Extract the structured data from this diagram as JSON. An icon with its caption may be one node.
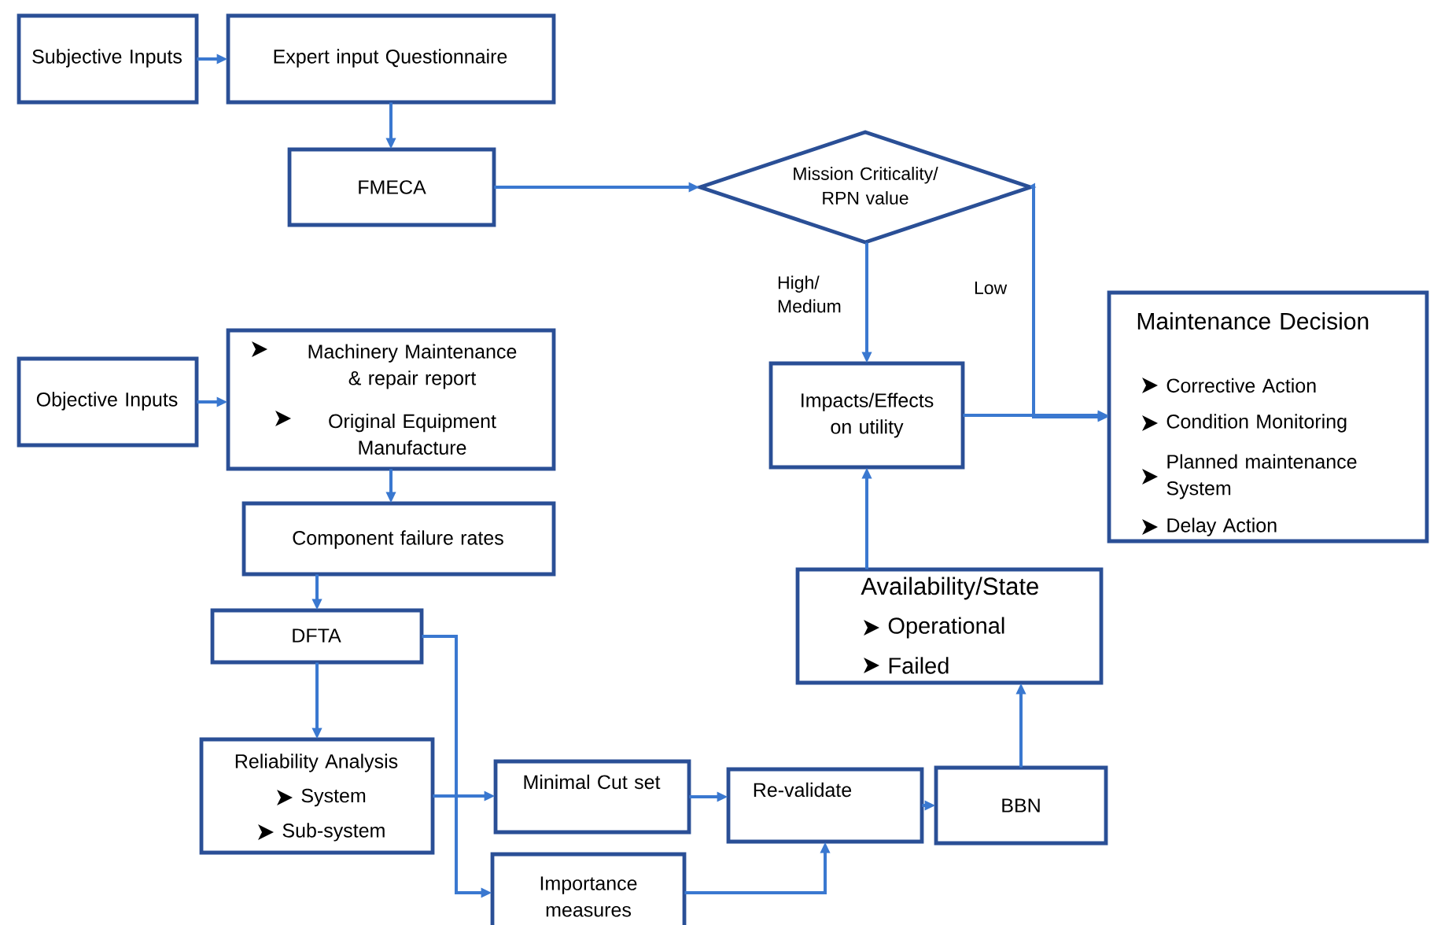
{
  "diagram": {
    "nodes": [
      {
        "text": [
          "Subjective Inputs"
        ]
      },
      {
        "text": [
          "Expert input Questionnaire"
        ]
      },
      {
        "text": [
          "FMECA"
        ]
      },
      {
        "text": [
          "Mission Criticality/ RPN value"
        ]
      },
      {
        "text": [
          "Maintenance Decision",
          "Corrective Action",
          "Condition Monitoring",
          "Planned maintenance System",
          "Delay Action"
        ]
      },
      {
        "text": [
          "Objective Inputs"
        ]
      },
      {
        "text": [
          "Machinery Maintenance & repair report",
          "Original Equipment Manufacture"
        ]
      },
      {
        "text": [
          "Component failure rates"
        ]
      },
      {
        "text": [
          "Impacts/Effects on utility"
        ]
      },
      {
        "text": [
          "DFTA"
        ]
      },
      {
        "text": [
          "Availability/State",
          "Operational",
          "Failed"
        ]
      },
      {
        "text": [
          "Reliability Analysis",
          "System",
          "Sub-system"
        ]
      },
      {
        "text": [
          "Minimal Cut set"
        ]
      },
      {
        "text": [
          "Re-validate"
        ]
      },
      {
        "text": [
          "BBN"
        ]
      },
      {
        "text": [
          "Importance measures"
        ]
      }
    ],
    "edges": [
      {
        "from": 0,
        "to": 1,
        "arrow": "to"
      },
      {
        "from": 1,
        "to": 2,
        "arrow": "to"
      },
      {
        "from": 2,
        "to": 3,
        "arrow": "to"
      },
      {
        "from": 3,
        "to": 8,
        "arrow": "to",
        "label": "High/ Medium"
      },
      {
        "from": 3,
        "to": 4,
        "arrow": "to",
        "label": "Low"
      },
      {
        "from": 8,
        "to": 4,
        "arrow": "to"
      },
      {
        "from": 5,
        "to": 6,
        "arrow": "to"
      },
      {
        "from": 6,
        "to": 7,
        "arrow": "to"
      },
      {
        "from": 7,
        "to": 9,
        "arrow": "to"
      },
      {
        "from": 9,
        "to": 11,
        "arrow": "to"
      },
      {
        "from": 9,
        "to": 15,
        "arrow": "to"
      },
      {
        "from": 11,
        "to": 12,
        "arrow": "to"
      },
      {
        "from": 12,
        "to": 13,
        "arrow": "to"
      },
      {
        "from": 15,
        "to": 13,
        "arrow": "to"
      },
      {
        "from": 13,
        "to": 14,
        "arrow": "to"
      },
      {
        "from": 14,
        "to": 10,
        "arrow": "to"
      },
      {
        "from": 10,
        "to": 8,
        "arrow": "to"
      }
    ]
  }
}
